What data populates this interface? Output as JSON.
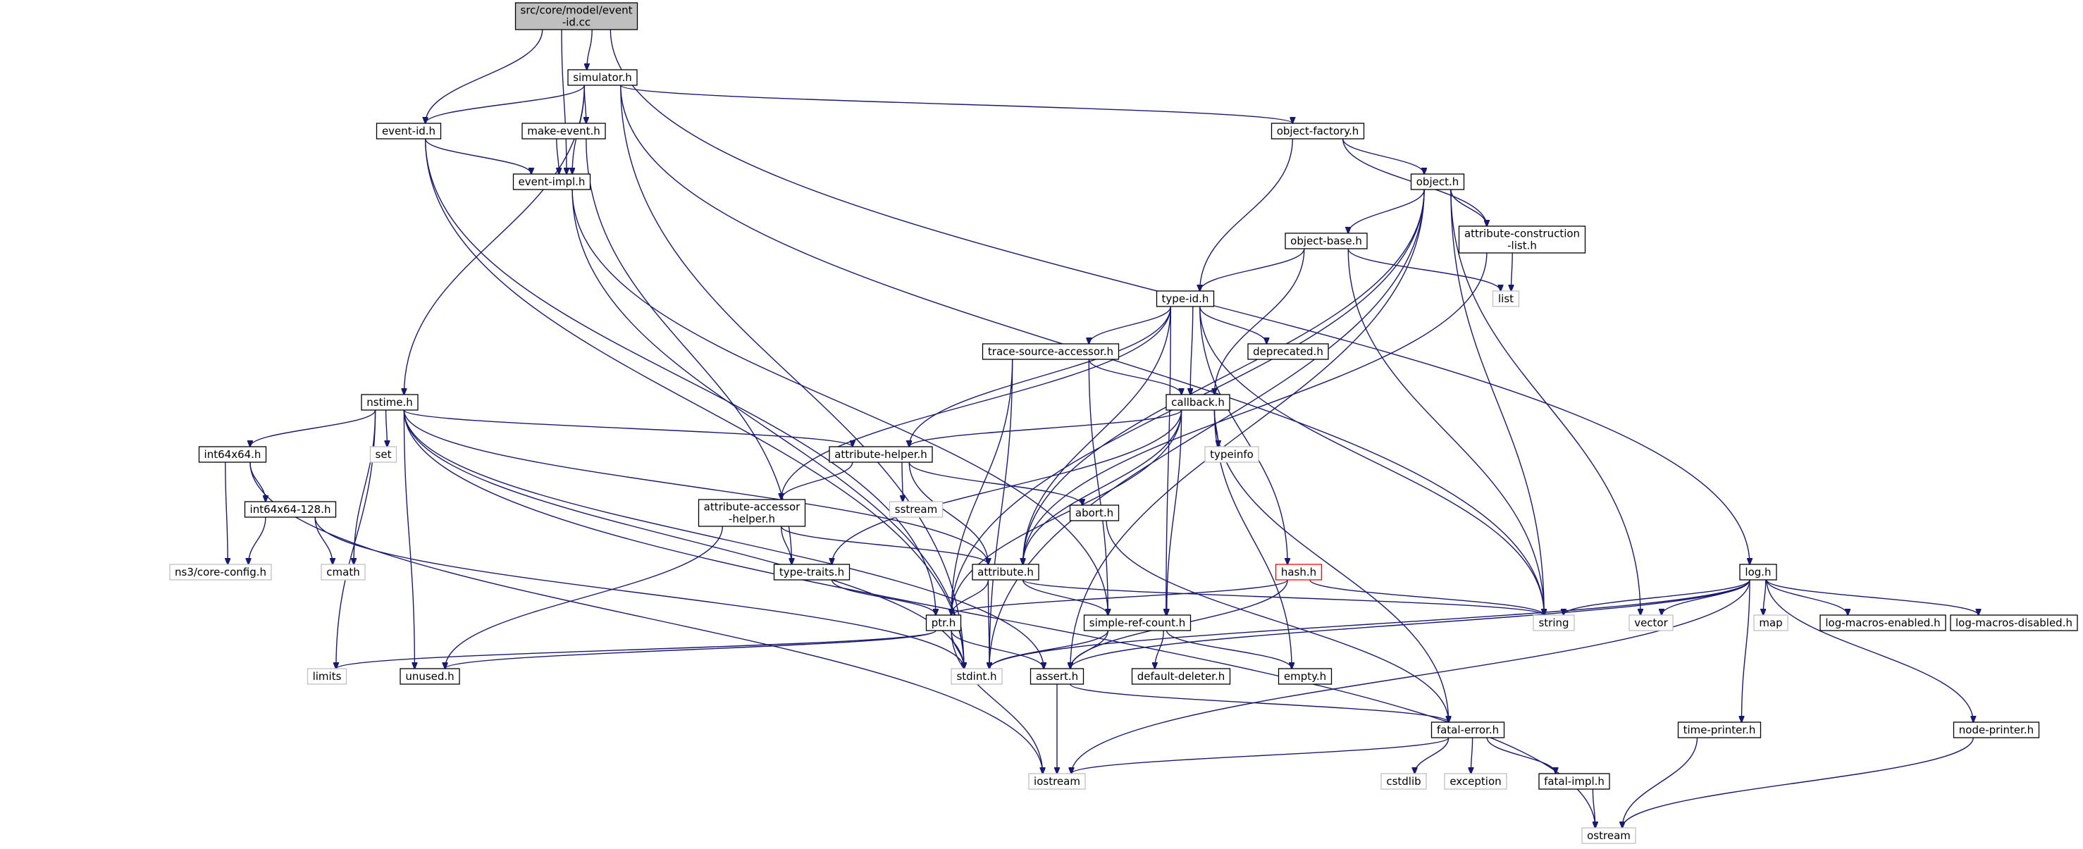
{
  "diagram": {
    "type": "include-dependency-graph",
    "colors": {
      "edge": "#191970",
      "node_border": "#000000",
      "root_fill": "#bfbfbf",
      "external_border": "#bfbfbf",
      "highlight_border": "#ff0000",
      "node_fill": "#ffffff"
    },
    "nodes": [
      {
        "id": "root",
        "lines": [
          "src/core/model/event",
          "-id.cc"
        ],
        "kind": "root"
      },
      {
        "id": "simulator",
        "lines": [
          "simulator.h"
        ],
        "kind": "file"
      },
      {
        "id": "event_id",
        "lines": [
          "event-id.h"
        ],
        "kind": "file"
      },
      {
        "id": "make_event",
        "lines": [
          "make-event.h"
        ],
        "kind": "file"
      },
      {
        "id": "event_impl",
        "lines": [
          "event-impl.h"
        ],
        "kind": "file"
      },
      {
        "id": "object_factory",
        "lines": [
          "object-factory.h"
        ],
        "kind": "file"
      },
      {
        "id": "object",
        "lines": [
          "object.h"
        ],
        "kind": "file"
      },
      {
        "id": "object_base",
        "lines": [
          "object-base.h"
        ],
        "kind": "file"
      },
      {
        "id": "attr_constr",
        "lines": [
          "attribute-construction",
          "-list.h"
        ],
        "kind": "file"
      },
      {
        "id": "list",
        "lines": [
          "list"
        ],
        "kind": "external"
      },
      {
        "id": "type_id",
        "lines": [
          "type-id.h"
        ],
        "kind": "file"
      },
      {
        "id": "trace_src",
        "lines": [
          "trace-source-accessor.h"
        ],
        "kind": "file"
      },
      {
        "id": "deprecated",
        "lines": [
          "deprecated.h"
        ],
        "kind": "file"
      },
      {
        "id": "callback",
        "lines": [
          "callback.h"
        ],
        "kind": "file"
      },
      {
        "id": "typeinfo",
        "lines": [
          "typeinfo"
        ],
        "kind": "external"
      },
      {
        "id": "nstime",
        "lines": [
          "nstime.h"
        ],
        "kind": "file"
      },
      {
        "id": "set",
        "lines": [
          "set"
        ],
        "kind": "external"
      },
      {
        "id": "int64x64",
        "lines": [
          "int64x64.h"
        ],
        "kind": "file"
      },
      {
        "id": "int64x64_128",
        "lines": [
          "int64x64-128.h"
        ],
        "kind": "file"
      },
      {
        "id": "core_config",
        "lines": [
          "ns3/core-config.h"
        ],
        "kind": "external"
      },
      {
        "id": "cmath",
        "lines": [
          "cmath"
        ],
        "kind": "external"
      },
      {
        "id": "attr_helper",
        "lines": [
          "attribute-helper.h"
        ],
        "kind": "file"
      },
      {
        "id": "sstream",
        "lines": [
          "sstream"
        ],
        "kind": "external"
      },
      {
        "id": "abort",
        "lines": [
          "abort.h"
        ],
        "kind": "file"
      },
      {
        "id": "attr_acc_helper",
        "lines": [
          "attribute-accessor",
          "-helper.h"
        ],
        "kind": "file"
      },
      {
        "id": "type_traits",
        "lines": [
          "type-traits.h"
        ],
        "kind": "file"
      },
      {
        "id": "attribute",
        "lines": [
          "attribute.h"
        ],
        "kind": "file"
      },
      {
        "id": "hash",
        "lines": [
          "hash.h"
        ],
        "kind": "highlight"
      },
      {
        "id": "ptr",
        "lines": [
          "ptr.h"
        ],
        "kind": "file"
      },
      {
        "id": "simple_ref",
        "lines": [
          "simple-ref-count.h"
        ],
        "kind": "file"
      },
      {
        "id": "limits",
        "lines": [
          "limits"
        ],
        "kind": "external"
      },
      {
        "id": "unused",
        "lines": [
          "unused.h"
        ],
        "kind": "file"
      },
      {
        "id": "stdint",
        "lines": [
          "stdint.h"
        ],
        "kind": "external"
      },
      {
        "id": "assert",
        "lines": [
          "assert.h"
        ],
        "kind": "file"
      },
      {
        "id": "default_deleter",
        "lines": [
          "default-deleter.h"
        ],
        "kind": "file"
      },
      {
        "id": "empty",
        "lines": [
          "empty.h"
        ],
        "kind": "file"
      },
      {
        "id": "fatal_error",
        "lines": [
          "fatal-error.h"
        ],
        "kind": "file"
      },
      {
        "id": "iostream",
        "lines": [
          "iostream"
        ],
        "kind": "external"
      },
      {
        "id": "cstdlib",
        "lines": [
          "cstdlib"
        ],
        "kind": "external"
      },
      {
        "id": "exception",
        "lines": [
          "exception"
        ],
        "kind": "external"
      },
      {
        "id": "fatal_impl",
        "lines": [
          "fatal-impl.h"
        ],
        "kind": "file"
      },
      {
        "id": "ostream",
        "lines": [
          "ostream"
        ],
        "kind": "external"
      },
      {
        "id": "string",
        "lines": [
          "string"
        ],
        "kind": "external"
      },
      {
        "id": "vector",
        "lines": [
          "vector"
        ],
        "kind": "external"
      },
      {
        "id": "map",
        "lines": [
          "map"
        ],
        "kind": "external"
      },
      {
        "id": "log",
        "lines": [
          "log.h"
        ],
        "kind": "file"
      },
      {
        "id": "log_enabled",
        "lines": [
          "log-macros-enabled.h"
        ],
        "kind": "file"
      },
      {
        "id": "log_disabled",
        "lines": [
          "log-macros-disabled.h"
        ],
        "kind": "file"
      },
      {
        "id": "time_printer",
        "lines": [
          "time-printer.h"
        ],
        "kind": "file"
      },
      {
        "id": "node_printer",
        "lines": [
          "node-printer.h"
        ],
        "kind": "file"
      }
    ],
    "edges": [
      [
        "root",
        "simulator"
      ],
      [
        "root",
        "event_id"
      ],
      [
        "root",
        "event_impl"
      ],
      [
        "root",
        "log"
      ],
      [
        "simulator",
        "event_id"
      ],
      [
        "simulator",
        "event_impl"
      ],
      [
        "simulator",
        "make_event"
      ],
      [
        "simulator",
        "nstime"
      ],
      [
        "simulator",
        "object_factory"
      ],
      [
        "simulator",
        "string"
      ],
      [
        "simulator",
        "stdint"
      ],
      [
        "event_id",
        "event_impl"
      ],
      [
        "event_id",
        "ptr"
      ],
      [
        "event_id",
        "stdint"
      ],
      [
        "make_event",
        "event_impl"
      ],
      [
        "make_event",
        "type_traits"
      ],
      [
        "event_impl",
        "simple_ref"
      ],
      [
        "event_impl",
        "stdint"
      ],
      [
        "object_factory",
        "object"
      ],
      [
        "object_factory",
        "attr_constr"
      ],
      [
        "object_factory",
        "type_id"
      ],
      [
        "object",
        "object_base"
      ],
      [
        "object",
        "attr_constr"
      ],
      [
        "object",
        "ptr"
      ],
      [
        "object",
        "attribute"
      ],
      [
        "object",
        "string"
      ],
      [
        "object",
        "vector"
      ],
      [
        "object",
        "assert"
      ],
      [
        "object",
        "stdint"
      ],
      [
        "object_base",
        "type_id"
      ],
      [
        "object_base",
        "callback"
      ],
      [
        "object_base",
        "list"
      ],
      [
        "object_base",
        "string"
      ],
      [
        "attr_constr",
        "attribute"
      ],
      [
        "attr_constr",
        "list"
      ],
      [
        "type_id",
        "trace_src"
      ],
      [
        "type_id",
        "deprecated"
      ],
      [
        "type_id",
        "callback"
      ],
      [
        "type_id",
        "attr_helper"
      ],
      [
        "type_id",
        "attr_acc_helper"
      ],
      [
        "type_id",
        "attribute"
      ],
      [
        "type_id",
        "hash"
      ],
      [
        "type_id",
        "string"
      ],
      [
        "type_id",
        "simple_ref"
      ],
      [
        "trace_src",
        "callback"
      ],
      [
        "trace_src",
        "ptr"
      ],
      [
        "trace_src",
        "simple_ref"
      ],
      [
        "trace_src",
        "stdint"
      ],
      [
        "callback",
        "attr_helper"
      ],
      [
        "callback",
        "typeinfo"
      ],
      [
        "callback",
        "type_traits"
      ],
      [
        "callback",
        "ptr"
      ],
      [
        "callback",
        "attribute"
      ],
      [
        "callback",
        "simple_ref"
      ],
      [
        "callback",
        "empty"
      ],
      [
        "callback",
        "fatal_error"
      ],
      [
        "nstime",
        "int64x64"
      ],
      [
        "nstime",
        "set"
      ],
      [
        "nstime",
        "cmath"
      ],
      [
        "nstime",
        "attr_helper"
      ],
      [
        "nstime",
        "attribute"
      ],
      [
        "nstime",
        "limits"
      ],
      [
        "nstime",
        "unused"
      ],
      [
        "nstime",
        "stdint"
      ],
      [
        "nstime",
        "ostream"
      ],
      [
        "nstime",
        "assert"
      ],
      [
        "int64x64",
        "int64x64_128"
      ],
      [
        "int64x64",
        "core_config"
      ],
      [
        "int64x64",
        "iostream"
      ],
      [
        "int64x64_128",
        "core_config"
      ],
      [
        "int64x64_128",
        "cmath"
      ],
      [
        "int64x64_128",
        "stdint"
      ],
      [
        "attr_helper",
        "attr_acc_helper"
      ],
      [
        "attr_helper",
        "sstream"
      ],
      [
        "attr_helper",
        "abort"
      ],
      [
        "attr_helper",
        "attribute"
      ],
      [
        "abort",
        "fatal_error"
      ],
      [
        "attr_acc_helper",
        "attribute"
      ],
      [
        "attr_acc_helper",
        "type_traits"
      ],
      [
        "attr_acc_helper",
        "unused"
      ],
      [
        "type_traits",
        "ptr"
      ],
      [
        "attribute",
        "ptr"
      ],
      [
        "attribute",
        "simple_ref"
      ],
      [
        "attribute",
        "string"
      ],
      [
        "attribute",
        "stdint"
      ],
      [
        "hash",
        "ptr"
      ],
      [
        "hash",
        "assert"
      ],
      [
        "hash",
        "string"
      ],
      [
        "ptr",
        "assert"
      ],
      [
        "ptr",
        "stdint"
      ],
      [
        "ptr",
        "iostream"
      ],
      [
        "ptr",
        "limits"
      ],
      [
        "ptr",
        "unused"
      ],
      [
        "simple_ref",
        "assert"
      ],
      [
        "simple_ref",
        "stdint"
      ],
      [
        "simple_ref",
        "default_deleter"
      ],
      [
        "simple_ref",
        "empty"
      ],
      [
        "assert",
        "fatal_error"
      ],
      [
        "assert",
        "iostream"
      ],
      [
        "fatal_error",
        "iostream"
      ],
      [
        "fatal_error",
        "cstdlib"
      ],
      [
        "fatal_error",
        "exception"
      ],
      [
        "fatal_error",
        "fatal_impl"
      ],
      [
        "fatal_impl",
        "ostream"
      ],
      [
        "log",
        "string"
      ],
      [
        "log",
        "vector"
      ],
      [
        "log",
        "map"
      ],
      [
        "log",
        "log_enabled"
      ],
      [
        "log",
        "log_disabled"
      ],
      [
        "log",
        "time_printer"
      ],
      [
        "log",
        "node_printer"
      ],
      [
        "log",
        "iostream"
      ],
      [
        "log",
        "assert"
      ],
      [
        "log",
        "stdint"
      ],
      [
        "time_printer",
        "ostream"
      ],
      [
        "node_printer",
        "ostream"
      ]
    ]
  }
}
